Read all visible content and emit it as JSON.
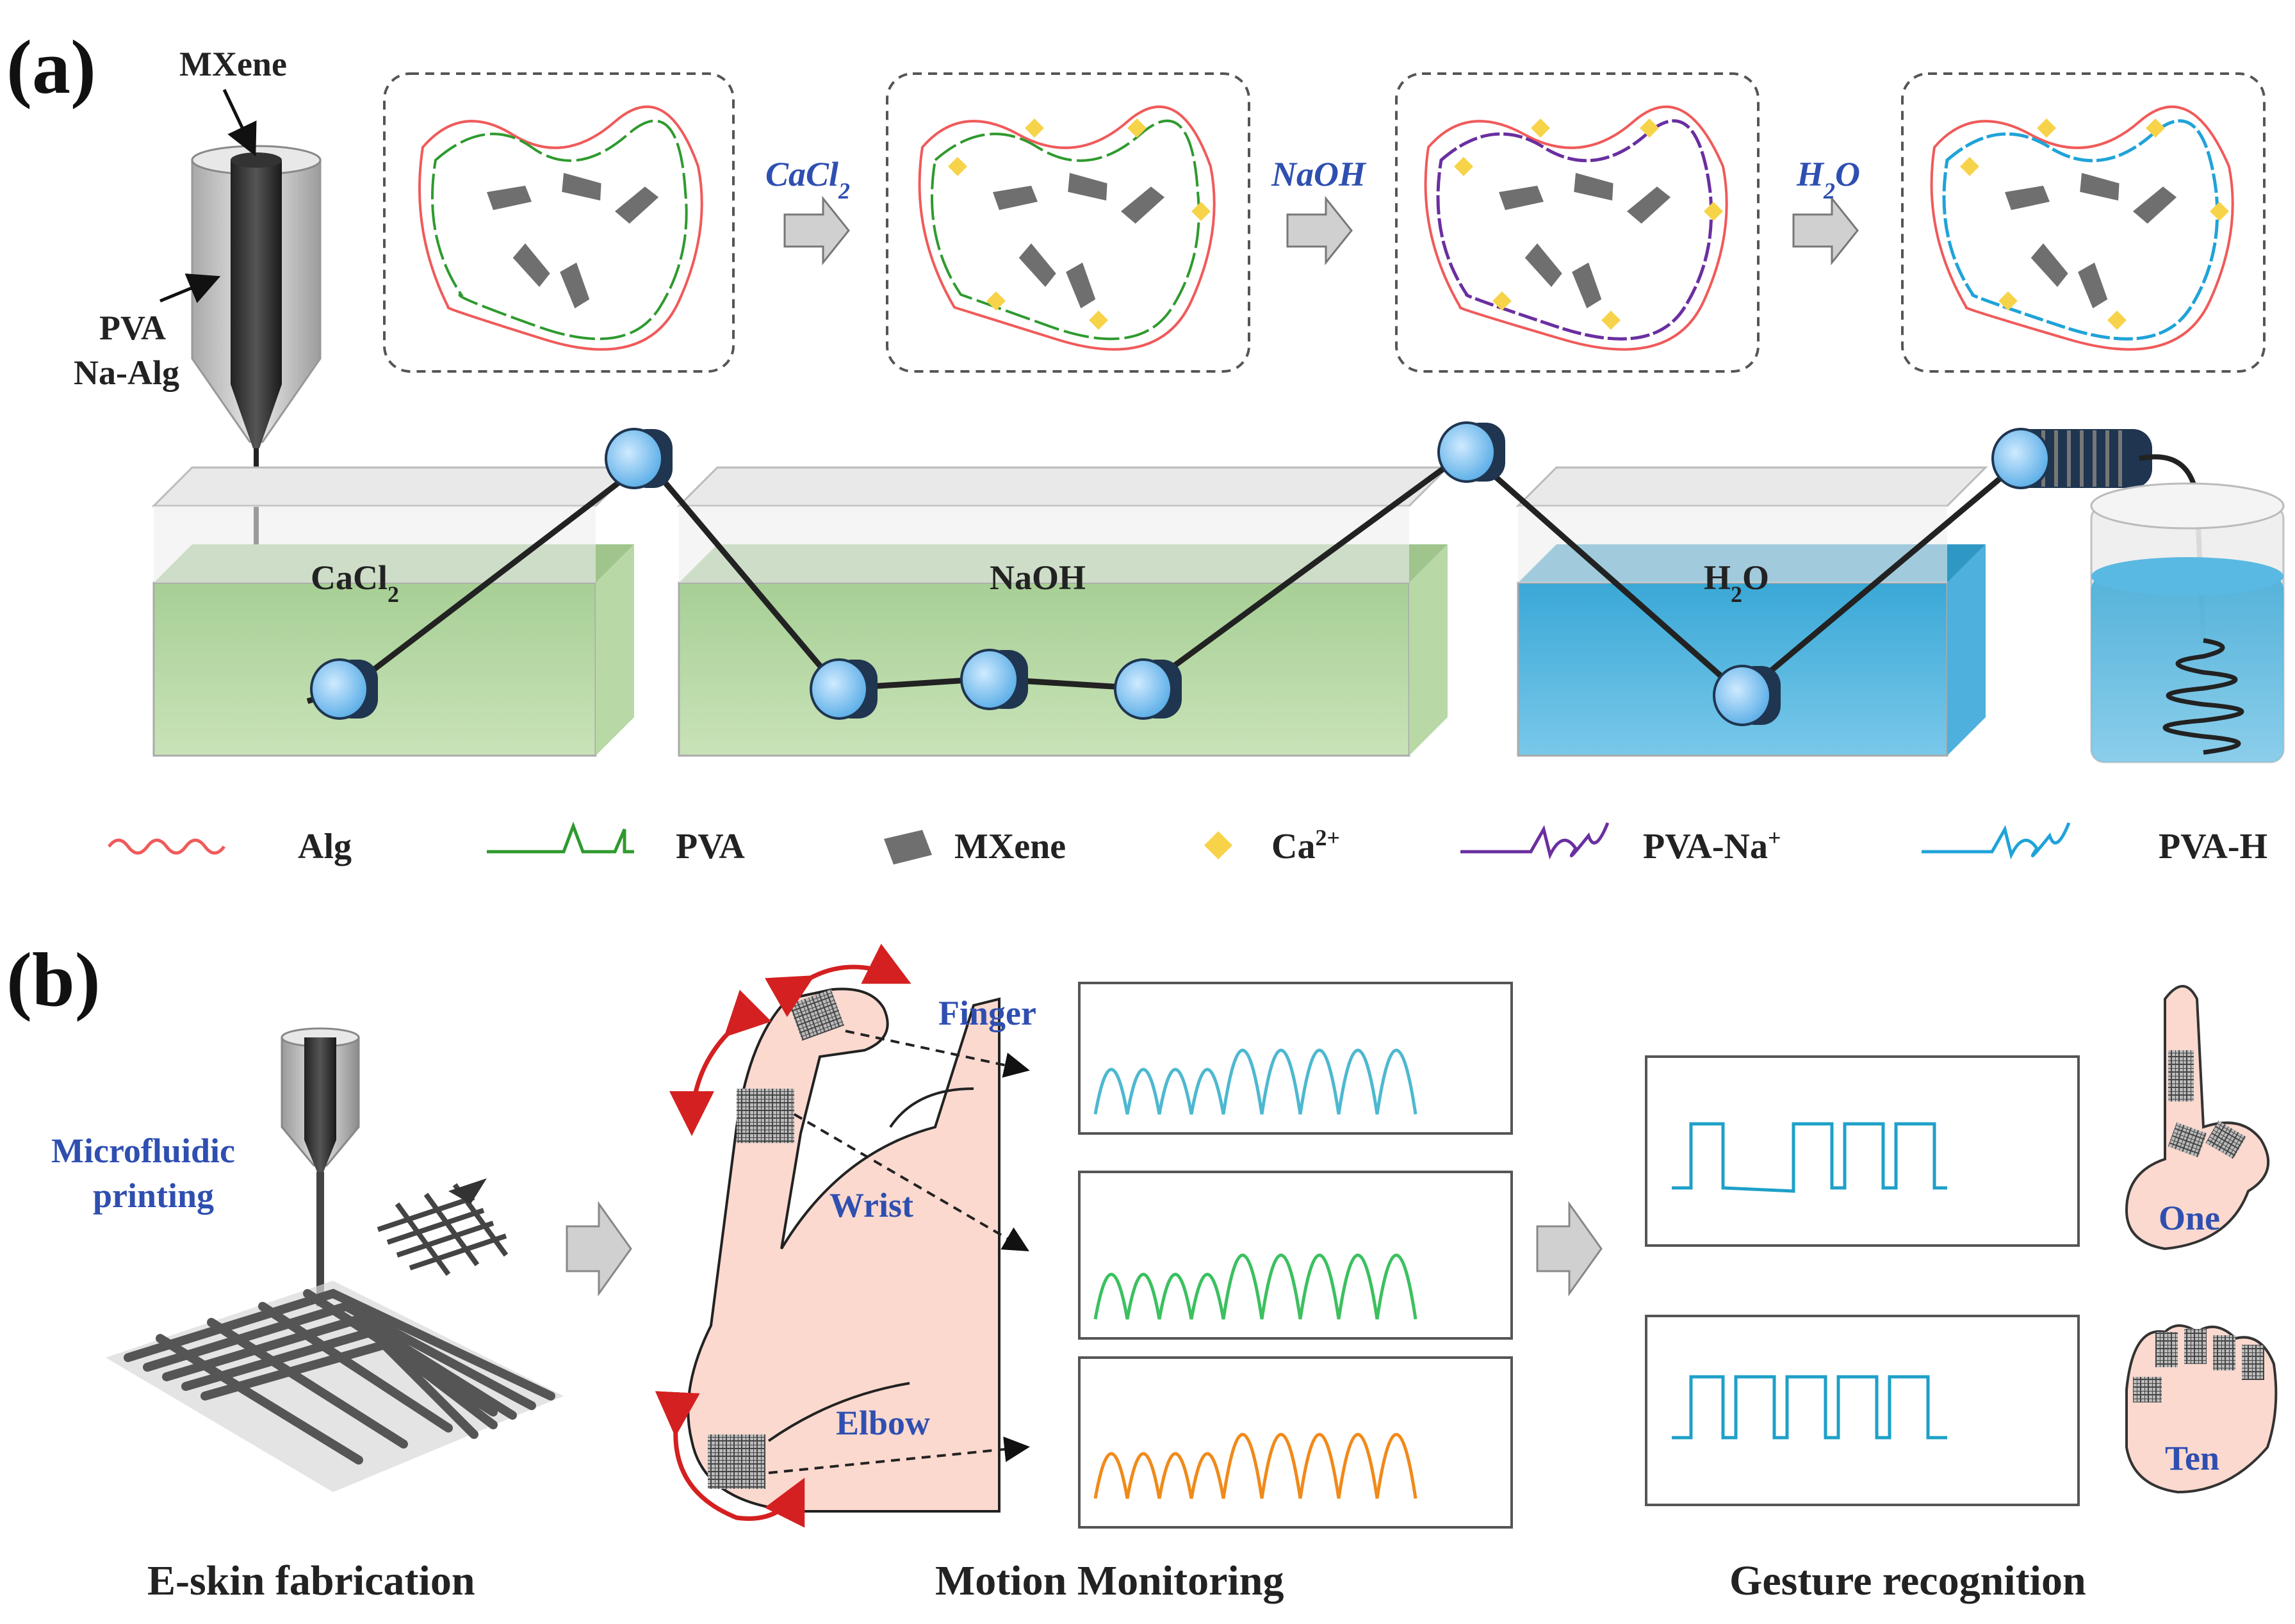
{
  "panel_a": {
    "label": "(a)",
    "nozzle_core": "MXene",
    "nozzle_shell_line1": "PVA",
    "nozzle_shell_line2": "Na-Alg",
    "steps": [
      "CaCl",
      "NaOH",
      "H",
      "O"
    ],
    "step_sub": "2",
    "baths": {
      "b1": "CaCl",
      "b1_sub": "2",
      "b2": "NaOH",
      "b3": "H",
      "b3_sub": "2",
      "b3_tail": "O"
    },
    "legend": {
      "alg": "Alg",
      "pva": "PVA",
      "mxene": "MXene",
      "ca": "Ca",
      "ca_sup": "2+",
      "pvana": "PVA-Na",
      "pvana_sup": "+",
      "pvah": "PVA-H"
    }
  },
  "panel_b": {
    "label": "(b)",
    "printing_line1": "Microfluidic",
    "printing_line2": "printing",
    "finger": "Finger",
    "wrist": "Wrist",
    "elbow": "Elbow",
    "one": "One",
    "ten": "Ten",
    "caption_fab": "E-skin fabrication",
    "caption_motion": "Motion Monitoring",
    "caption_gesture": "Gesture recognition"
  },
  "colors": {
    "alg": "#f05a5a",
    "pva": "#2e9a2e",
    "mxene": "#777777",
    "ca": "#f7d34a",
    "pvana": "#6a2fa0",
    "pvah": "#1fa3d8",
    "signal_finger": "#4db8d0",
    "signal_wrist": "#3cc060",
    "signal_elbow": "#f08a1a",
    "signal_gesture": "#1ea0c8"
  }
}
